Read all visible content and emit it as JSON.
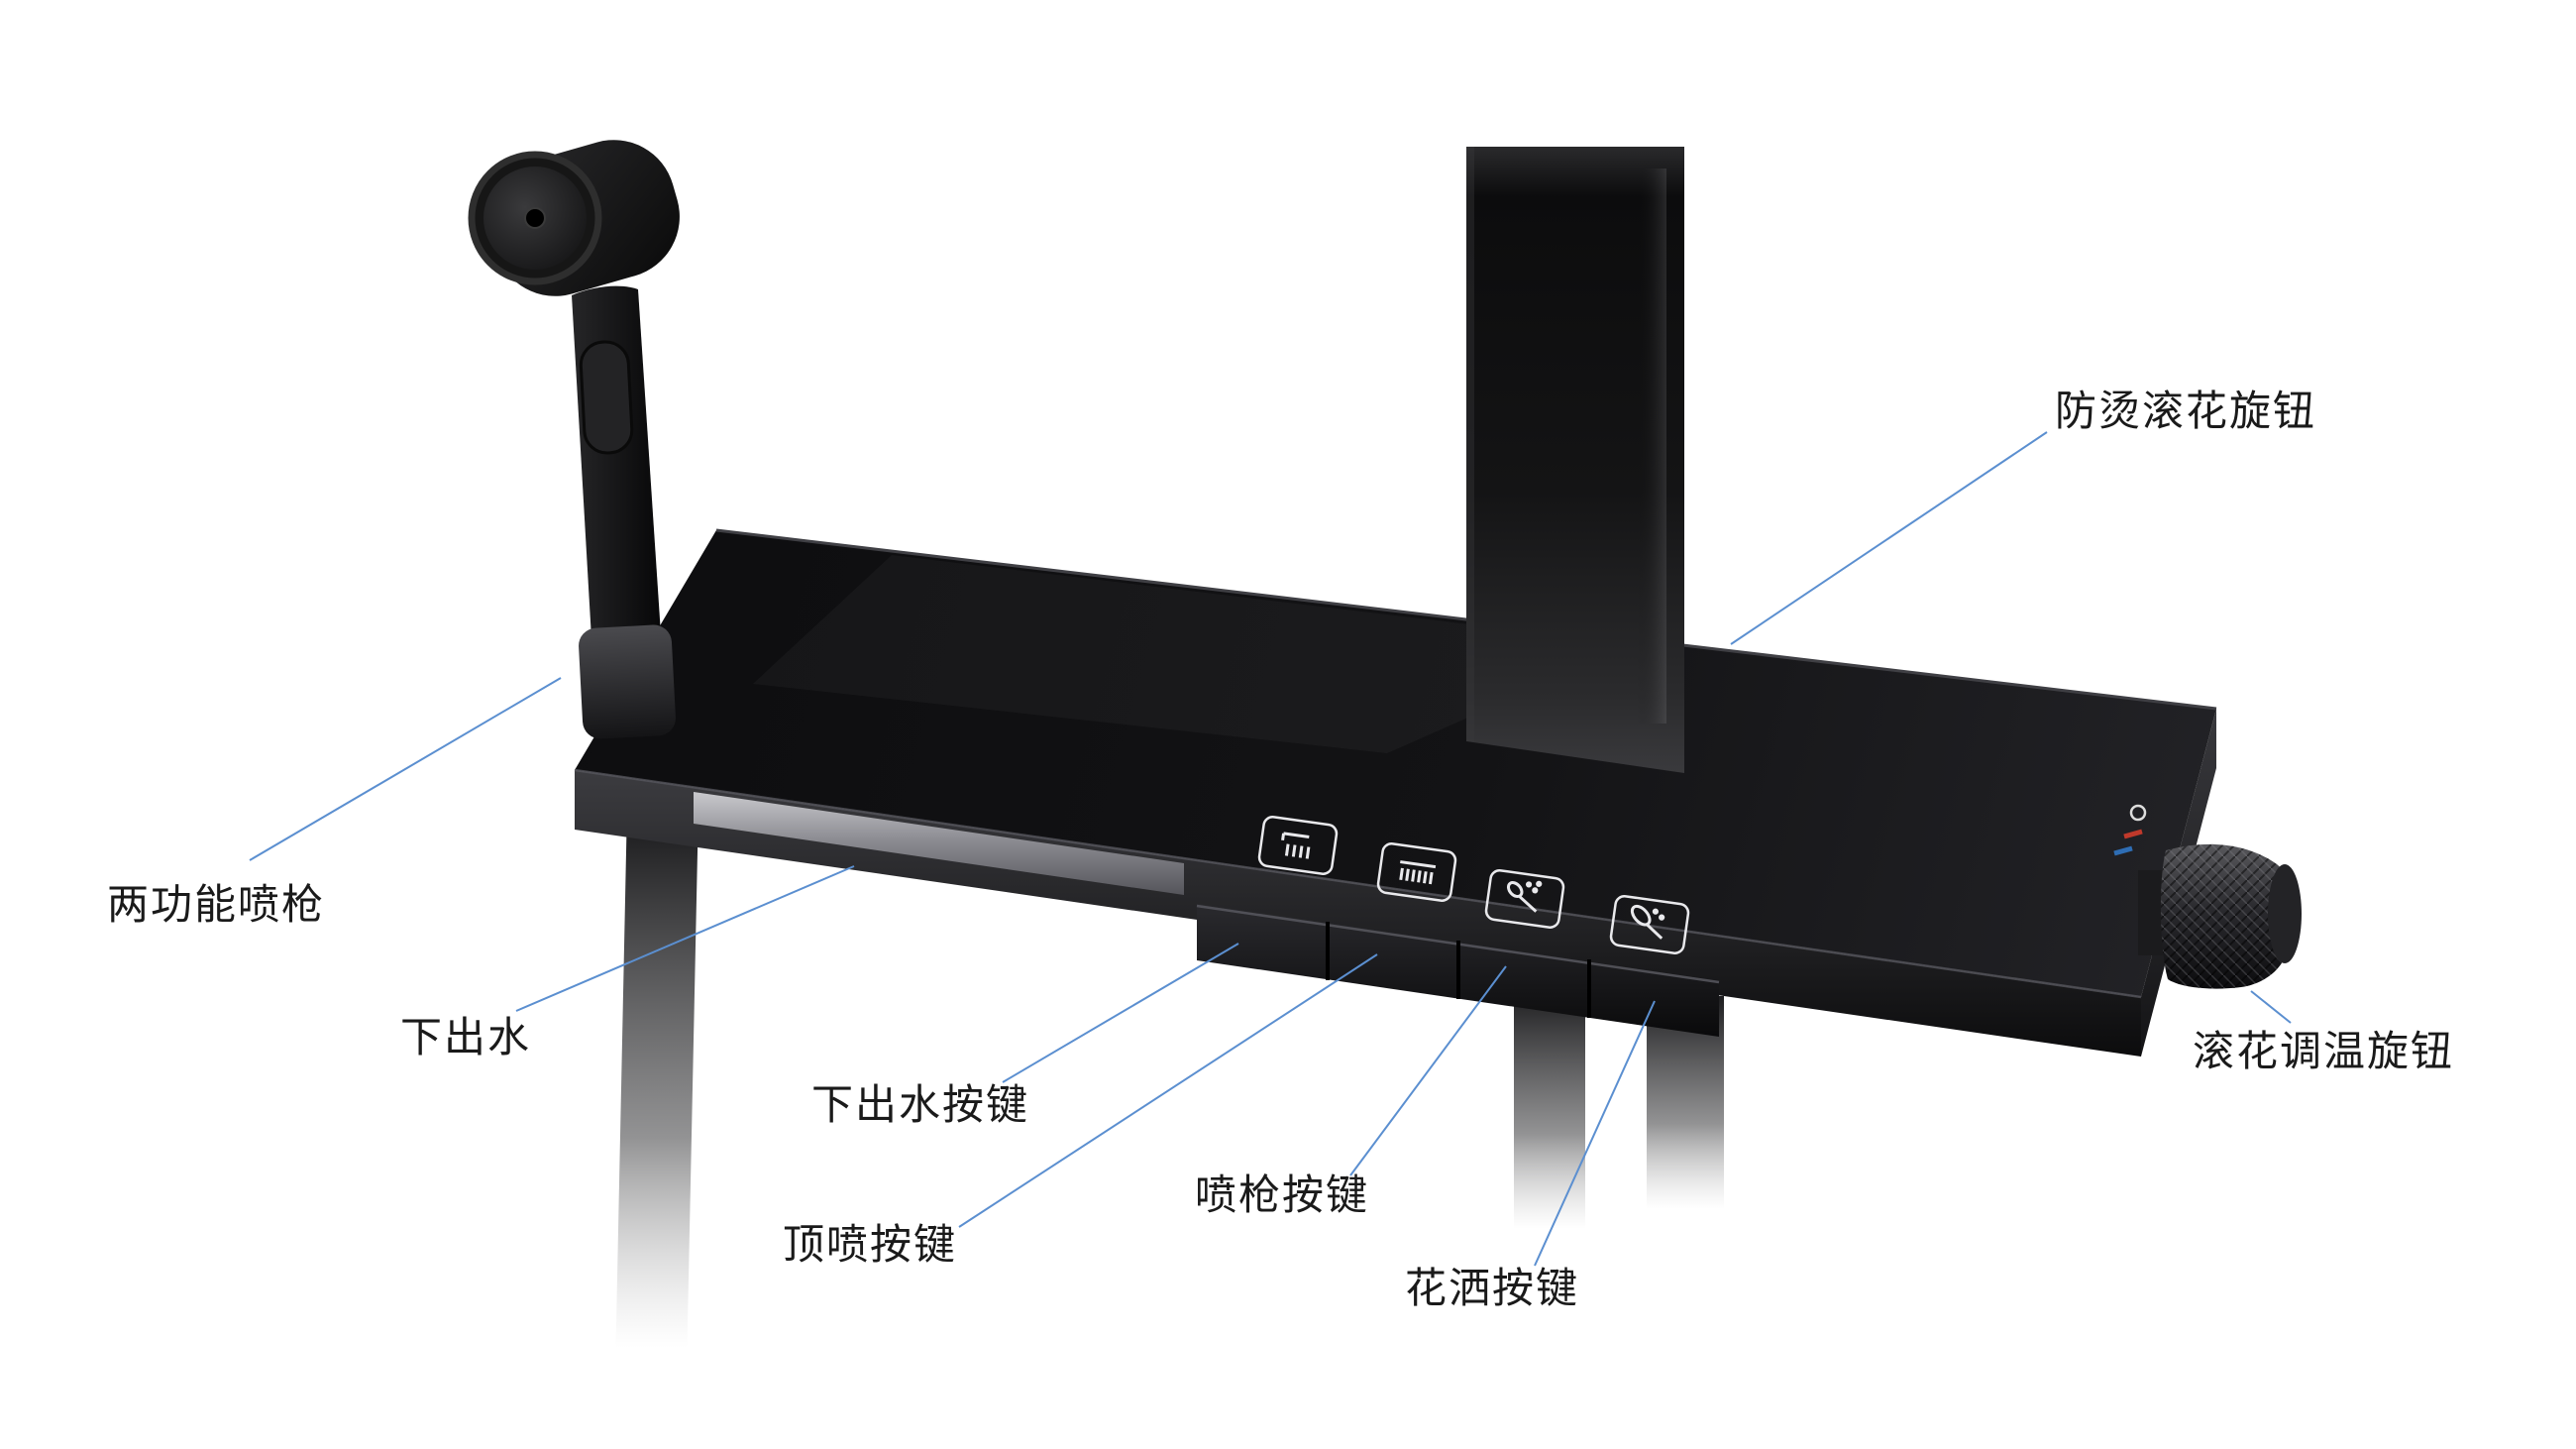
{
  "annotations": {
    "anti_scald_knob": "防烫滚花旋钮",
    "dual_function_spray_gun": "两功能喷枪",
    "bottom_outlet": "下出水",
    "bottom_outlet_button": "下出水按键",
    "top_spray_button": "顶喷按键",
    "spray_gun_button": "喷枪按键",
    "shower_button": "花洒按键",
    "temp_knob": "滚花调温旋钮"
  },
  "icons": {
    "touch_button_1": "bottom-outlet-spout-icon",
    "touch_button_2": "overhead-rain-icon",
    "touch_button_3": "spray-gun-icon",
    "touch_button_4": "hand-shower-icon",
    "indicator": "temperature-hot-cold-indicator"
  },
  "colors": {
    "leader_line": "#5b8fd0",
    "label_text": "#1a1a1a",
    "glass_black": "#121214",
    "indicator_hot": "#c0392b",
    "indicator_cold": "#2e6db4",
    "background": "#ffffff"
  }
}
